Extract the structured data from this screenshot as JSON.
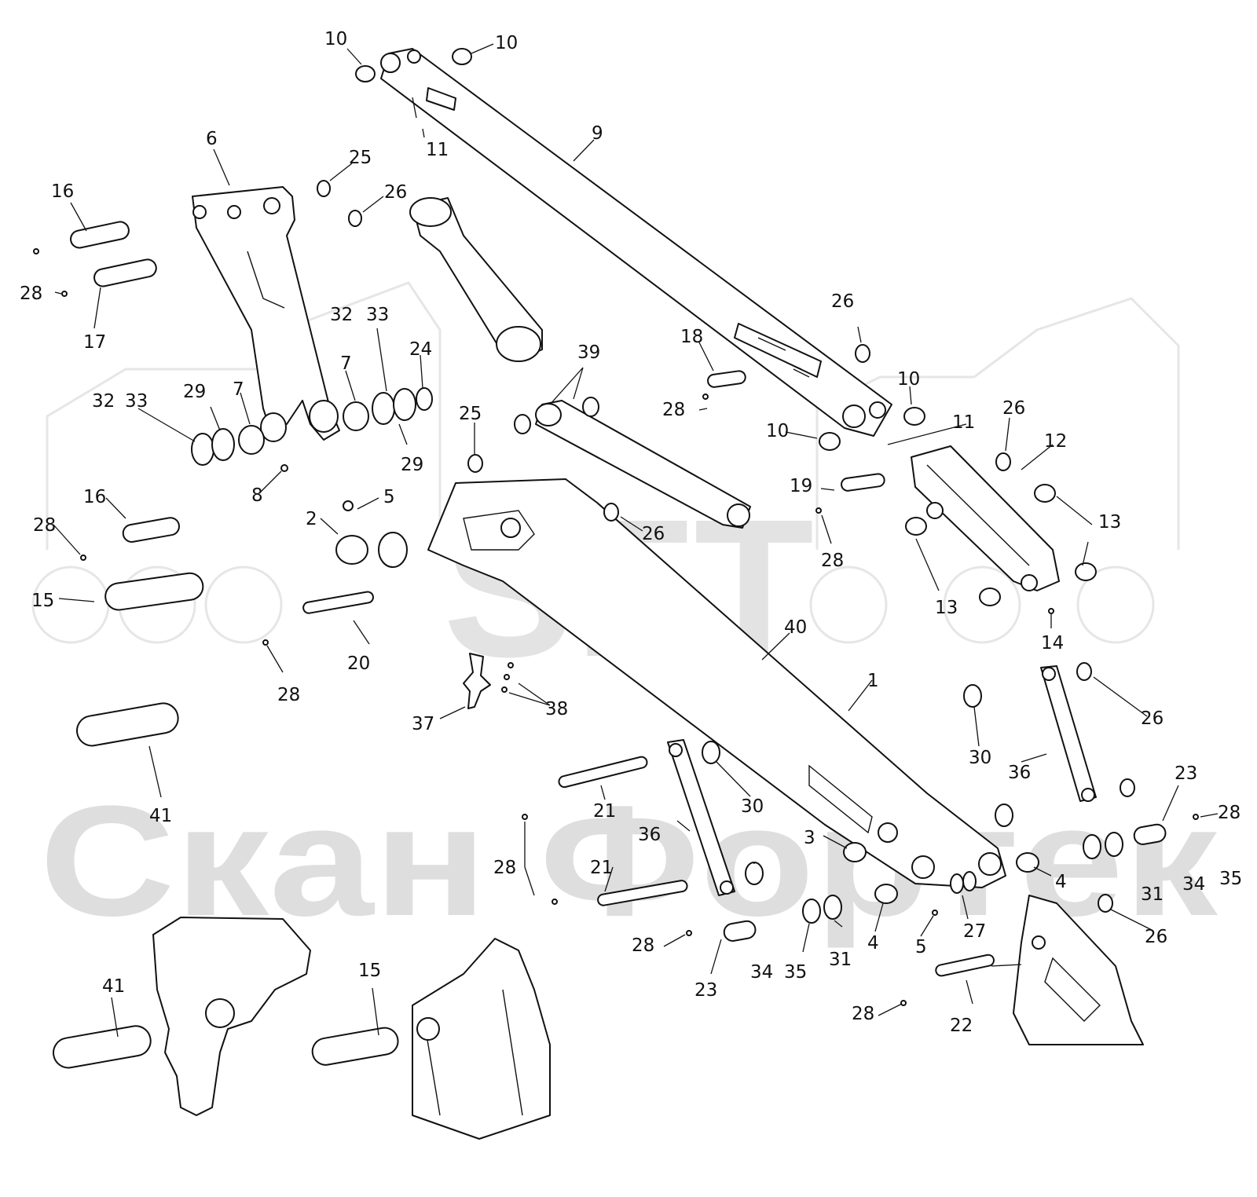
{
  "watermark": {
    "brand": "SFT",
    "company": "Скан Фортек"
  },
  "callouts": [
    {
      "id": "c1",
      "text": "10"
    },
    {
      "id": "c2",
      "text": "10"
    },
    {
      "id": "c3",
      "text": "11"
    },
    {
      "id": "c4",
      "text": "9"
    },
    {
      "id": "c5",
      "text": "6"
    },
    {
      "id": "c6",
      "text": "25"
    },
    {
      "id": "c7",
      "text": "16"
    },
    {
      "id": "c8",
      "text": "26"
    },
    {
      "id": "c9",
      "text": "28"
    },
    {
      "id": "c10",
      "text": "17"
    },
    {
      "id": "c11",
      "text": "32"
    },
    {
      "id": "c12",
      "text": "33"
    },
    {
      "id": "c13",
      "text": "24"
    },
    {
      "id": "c14",
      "text": "26"
    },
    {
      "id": "c15",
      "text": "18"
    },
    {
      "id": "c16",
      "text": "39"
    },
    {
      "id": "c17",
      "text": "7"
    },
    {
      "id": "c18",
      "text": "32"
    },
    {
      "id": "c19",
      "text": "33"
    },
    {
      "id": "c20",
      "text": "29"
    },
    {
      "id": "c21",
      "text": "7"
    },
    {
      "id": "c22",
      "text": "28"
    },
    {
      "id": "c23",
      "text": "10"
    },
    {
      "id": "c24",
      "text": "10"
    },
    {
      "id": "c25",
      "text": "25"
    },
    {
      "id": "c26",
      "text": "29"
    },
    {
      "id": "c27",
      "text": "11"
    },
    {
      "id": "c28",
      "text": "26"
    },
    {
      "id": "c29",
      "text": "12"
    },
    {
      "id": "c30",
      "text": "8"
    },
    {
      "id": "c31",
      "text": "5"
    },
    {
      "id": "c32",
      "text": "16"
    },
    {
      "id": "c33",
      "text": "28"
    },
    {
      "id": "c34",
      "text": "2"
    },
    {
      "id": "c35",
      "text": "26"
    },
    {
      "id": "c36",
      "text": "19"
    },
    {
      "id": "c37",
      "text": "13"
    },
    {
      "id": "c38",
      "text": "28"
    },
    {
      "id": "c39",
      "text": "15"
    },
    {
      "id": "c40",
      "text": "13"
    },
    {
      "id": "c41",
      "text": "14"
    },
    {
      "id": "c42",
      "text": "20"
    },
    {
      "id": "c43",
      "text": "40"
    },
    {
      "id": "c44",
      "text": "28"
    },
    {
      "id": "c45",
      "text": "1"
    },
    {
      "id": "c46",
      "text": "37"
    },
    {
      "id": "c47",
      "text": "38"
    },
    {
      "id": "c48",
      "text": "26"
    },
    {
      "id": "c49",
      "text": "30"
    },
    {
      "id": "c50",
      "text": "36"
    },
    {
      "id": "c51",
      "text": "41"
    },
    {
      "id": "c52",
      "text": "30"
    },
    {
      "id": "c53",
      "text": "23"
    },
    {
      "id": "c54",
      "text": "21"
    },
    {
      "id": "c55",
      "text": "36"
    },
    {
      "id": "c56",
      "text": "28"
    },
    {
      "id": "c57",
      "text": "3"
    },
    {
      "id": "c58",
      "text": "28"
    },
    {
      "id": "c59",
      "text": "21"
    },
    {
      "id": "c60",
      "text": "4"
    },
    {
      "id": "c61",
      "text": "34"
    },
    {
      "id": "c62",
      "text": "35"
    },
    {
      "id": "c63",
      "text": "31"
    },
    {
      "id": "c64",
      "text": "26"
    },
    {
      "id": "c65",
      "text": "27"
    },
    {
      "id": "c66",
      "text": "28"
    },
    {
      "id": "c67",
      "text": "5"
    },
    {
      "id": "c68",
      "text": "4"
    },
    {
      "id": "c69",
      "text": "41"
    },
    {
      "id": "c70",
      "text": "15"
    },
    {
      "id": "c71",
      "text": "23"
    },
    {
      "id": "c72",
      "text": "34"
    },
    {
      "id": "c73",
      "text": "35"
    },
    {
      "id": "c74",
      "text": "31"
    },
    {
      "id": "c75",
      "text": "28"
    },
    {
      "id": "c76",
      "text": "22"
    }
  ]
}
